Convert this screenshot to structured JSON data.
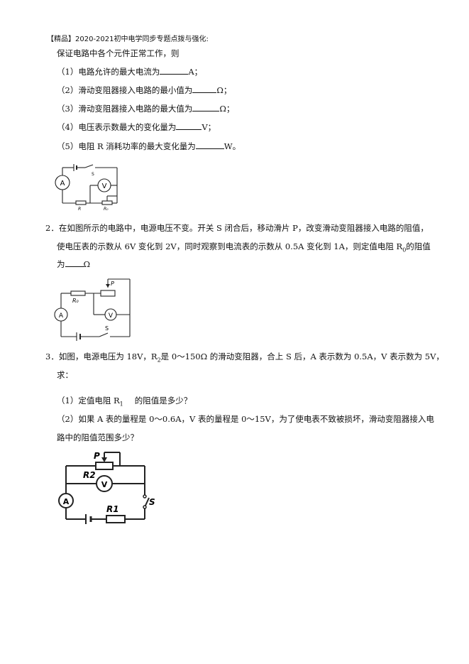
{
  "header": "【精品】2020-2021初中电学同步专题点拨与强化:",
  "q1": {
    "intro": "保证电路中各个元件正常工作，则",
    "items": [
      {
        "pre": "（1）电路允许的最大电流为",
        "post": "A；"
      },
      {
        "pre": "（2）滑动变阻器接入电路的最小值为",
        "post": "Ω；"
      },
      {
        "pre": "（3）滑动变阻器接入电路的最大值为",
        "post": "Ω；"
      },
      {
        "pre": "（4）电压表示数最大的变化量为",
        "post": "V；"
      },
      {
        "pre": "（5）电阻 R 消耗功率的最大变化量为",
        "post": "W。"
      }
    ],
    "diagram": {
      "ammeter": "A",
      "voltmeter": "V",
      "switch": "S",
      "r": "R",
      "r0": "R₀"
    }
  },
  "q2": {
    "line1": "2．在如图所示的电路中，电源电压不变。开关 S 闭合后，移动滑片 P，改变滑动变阻器接入电路的阻值，",
    "line2a": "使电压表的示数从 6V 变化到 2V，同时观察到电流表的示数从 0.5A 变化到 1A，则定值电阻 R",
    "line2sub": "0",
    "line2b": "的阻值",
    "line3a": "为",
    "line3b": "Ω",
    "diagram": {
      "ammeter": "A",
      "voltmeter": "V",
      "switch": "S",
      "r0": "R₀",
      "p": "P"
    }
  },
  "q3": {
    "line1a": "3．如图，电源电压为 18V，R",
    "line1sub": "2",
    "line1b": "是 0～150Ω 的滑动变阻器，合上 S 后，A 表示数为 0.5A，V 表示数为 5V，",
    "line2": "求：",
    "sub1a": "（1）定值电阻 R",
    "sub1sub": "1",
    "sub1b": "的阻值是多少？",
    "sub2line1": "（2）如果 A 表的量程是 0～0.6A，V 表的量程是 0～15V，为了使电表不致被损坏，滑动变阻器接入电",
    "sub2line2": "路中的阻值范围多少？",
    "diagram": {
      "ammeter": "A",
      "voltmeter": "V",
      "switch": "S",
      "r1": "R1",
      "r2": "R2",
      "p": "P"
    }
  }
}
